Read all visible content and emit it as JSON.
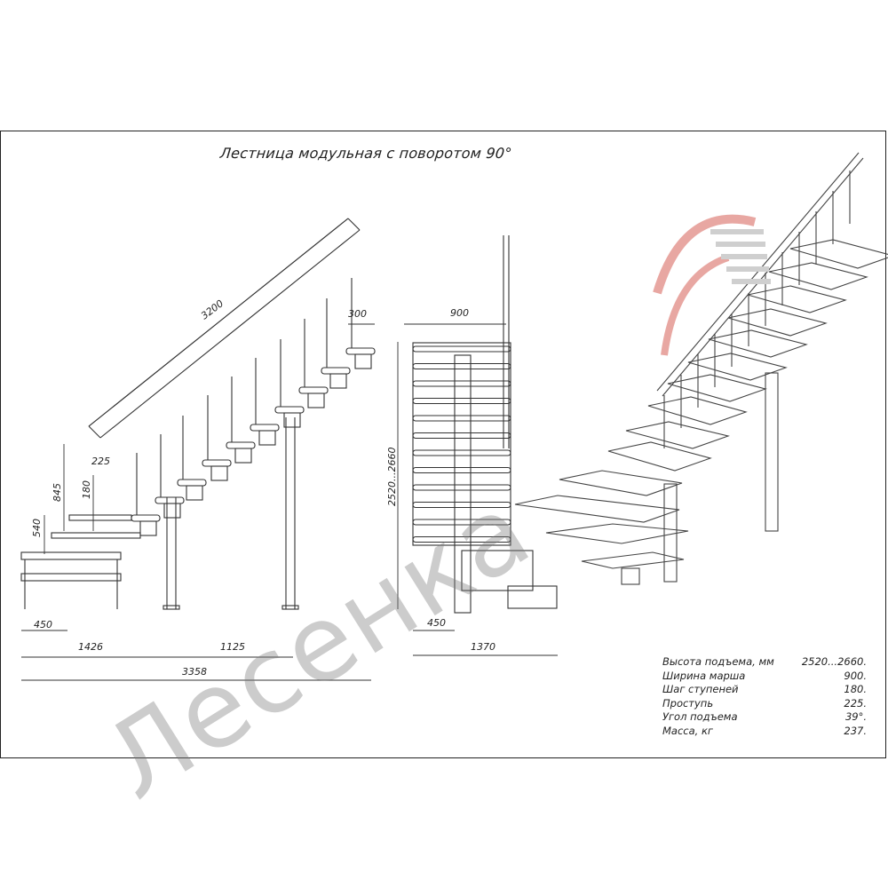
{
  "title": "Лестница модульная с поворотом 90°",
  "watermark": "Лесенка",
  "dimensions": {
    "rail_length": "3200",
    "top_step": "300",
    "tread": "225",
    "h845": "845",
    "h180": "180",
    "h540": "540",
    "w450_side": "450",
    "w1426": "1426",
    "w1125": "1125",
    "w3358": "3358",
    "width900": "900",
    "height_range": "2520...2660",
    "w450_front": "450",
    "w1370": "1370"
  },
  "specs": [
    {
      "label": "Высота подъема, мм",
      "value": "2520...2660."
    },
    {
      "label": "Ширина марша",
      "value": "900."
    },
    {
      "label": "Шаг ступеней",
      "value": "180."
    },
    {
      "label": "Проступь",
      "value": "225."
    },
    {
      "label": "Угол подъема",
      "value": "39°."
    },
    {
      "label": "Масса, кг",
      "value": "237."
    }
  ],
  "colors": {
    "line": "#333333",
    "logo_red": "#e8a7a2",
    "logo_gray": "#cfcfcf"
  }
}
